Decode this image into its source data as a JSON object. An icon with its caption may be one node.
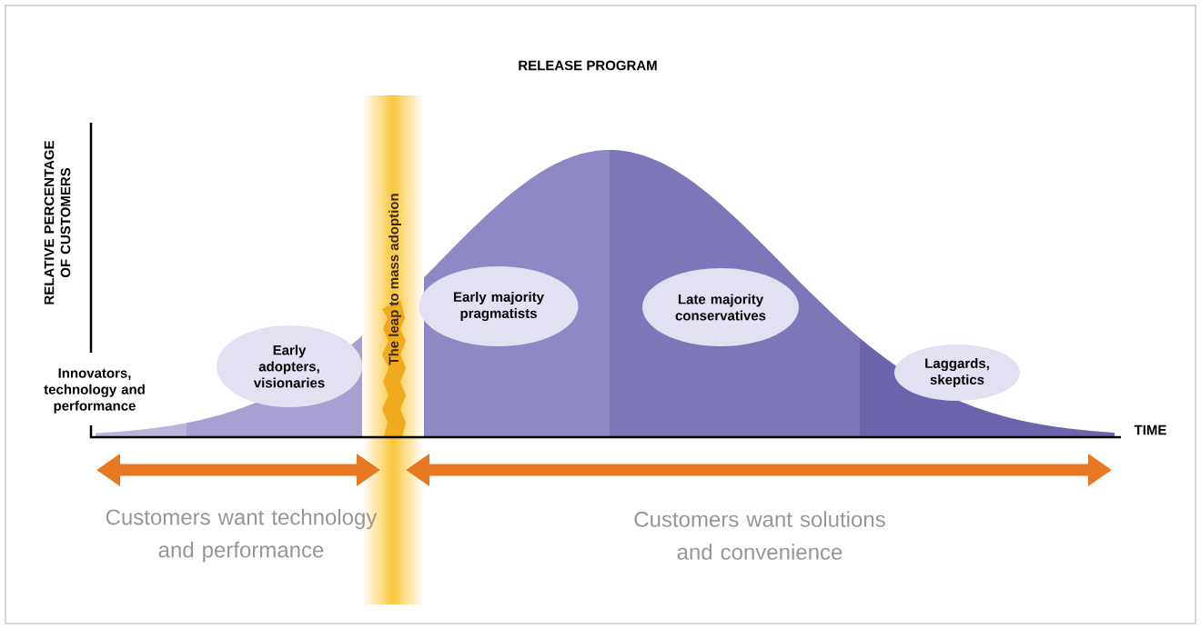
{
  "diagram": {
    "title": "RELEASE PROGRAM",
    "nodes": [
      {
        "text": [
          "Early adopters, visionaries"
        ]
      },
      {
        "text": [
          "Early majority pragmatists"
        ]
      },
      {
        "text": [
          "Late majority conservatives"
        ]
      },
      {
        "text": [
          "Laggards, skeptics"
        ]
      }
    ],
    "labels": [
      "RELATIVE PERCENTAGE OF CUSTOMERS",
      "The leap to mass adoption",
      "Innovators, technology and performance",
      "TIME",
      "Customers want technology and performance",
      "Customers want solutions and convenience"
    ]
  }
}
